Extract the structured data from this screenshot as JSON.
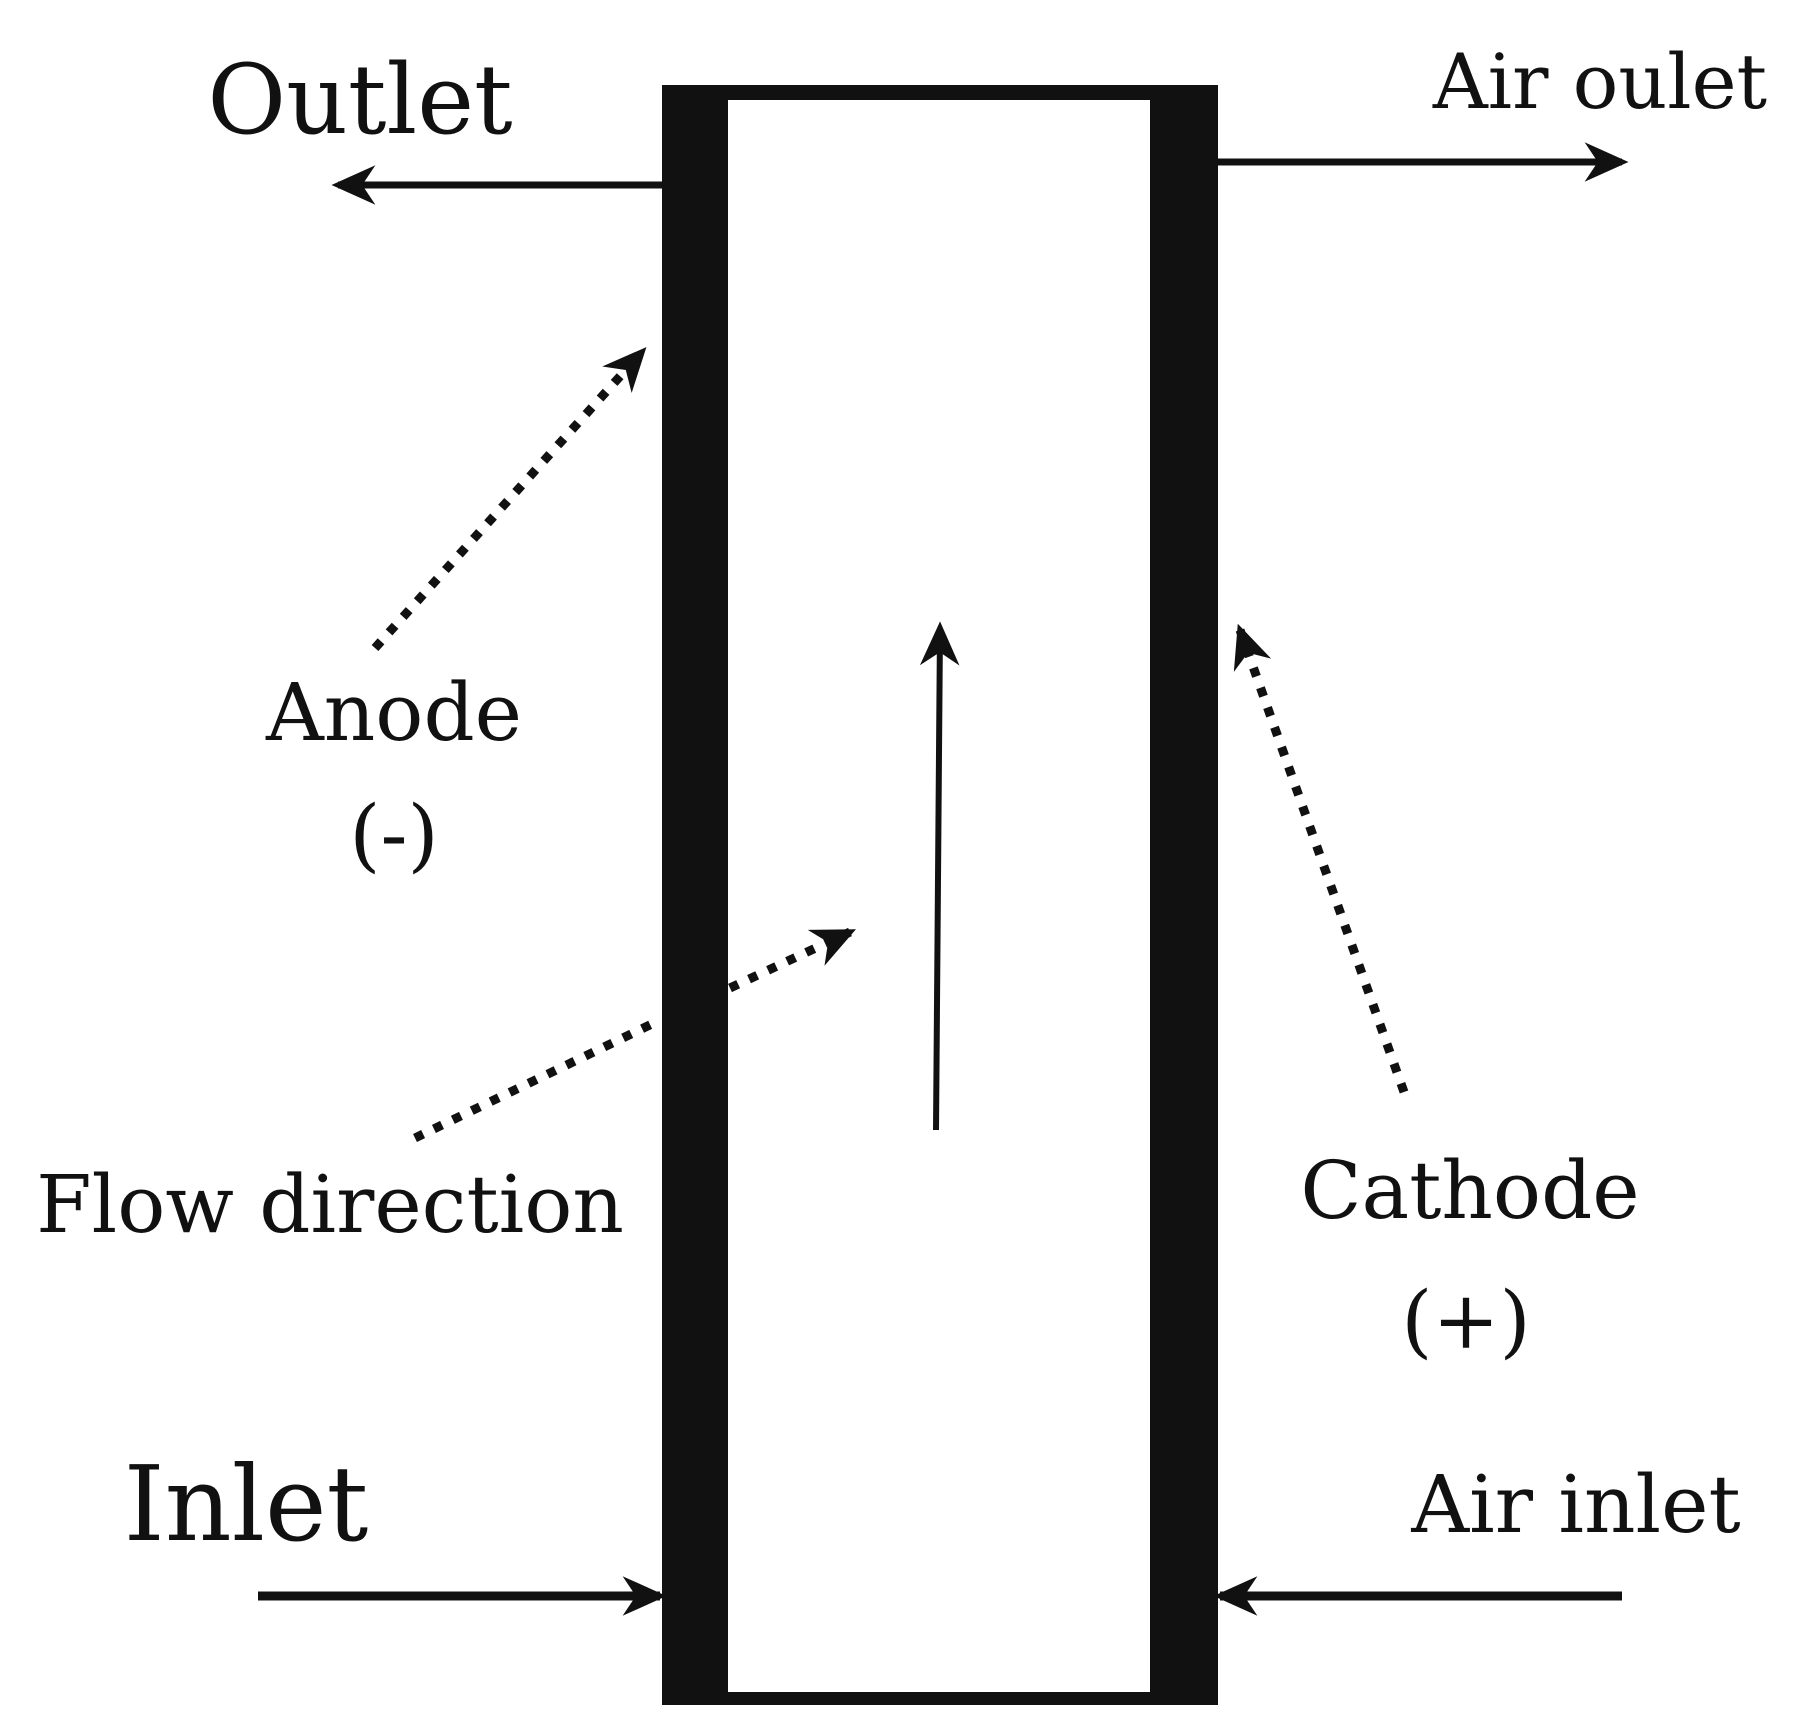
{
  "labels": {
    "outlet": "Outlet",
    "air_outlet": "Air oulet",
    "anode": "Anode",
    "anode_sign": "(-)",
    "flow_direction": "Flow direction",
    "cathode": "Cathode",
    "cathode_sign": "(+)",
    "inlet": "Inlet",
    "air_inlet": "Air inlet"
  },
  "colors": {
    "ink": "#111111",
    "background": "#ffffff"
  }
}
